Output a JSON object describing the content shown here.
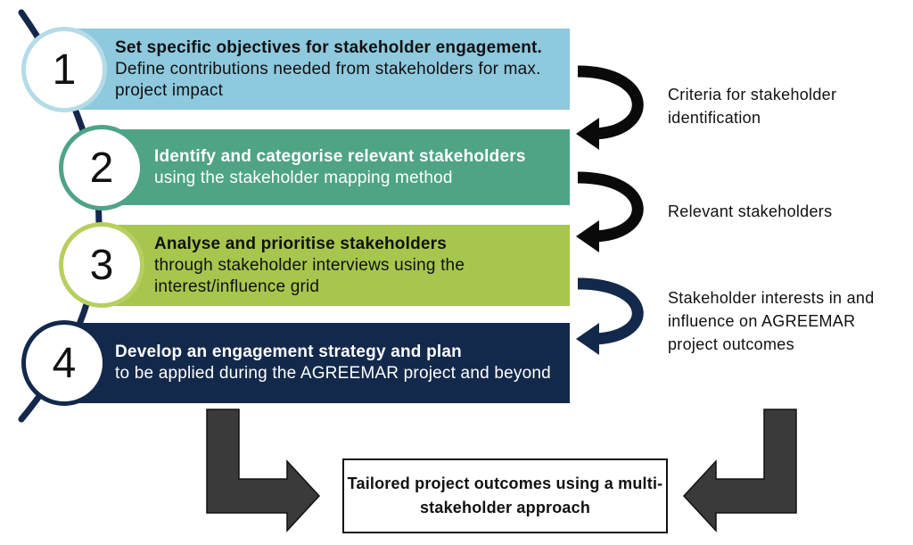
{
  "steps": [
    {
      "number": "1",
      "title": "Set specific objectives for stakeholder engagement.",
      "text": "Define contributions needed from stakeholders for max. project impact"
    },
    {
      "number": "2",
      "title": "Identify and categorise relevant stakeholders",
      "text": "using the stakeholder mapping method"
    },
    {
      "number": "3",
      "title": "Analyse and prioritise stakeholders",
      "text": "through stakeholder interviews using the interest/influence grid"
    },
    {
      "number": "4",
      "title": "Develop an engagement strategy and plan",
      "text": "to be applied during the AGREEMAR project and beyond"
    }
  ],
  "side_outputs": [
    "Criteria for stakeholder identification",
    "Relevant stakeholders",
    "Stakeholder interests in and influence on AGREEMAR project outcomes"
  ],
  "outcome": "Tailored project outcomes using a multi-stakeholder approach",
  "colors": {
    "step1": "#8ec9de",
    "step2": "#4ea485",
    "step3": "#a7c64d",
    "step4": "#13294b",
    "curved_arrow": "#0a0a0a",
    "curved_arrow_last": "#13294b",
    "outcome_arrow": "#3a3a3a"
  },
  "icons": [
    "curved-arrow-icon",
    "elbow-arrow-icon"
  ]
}
